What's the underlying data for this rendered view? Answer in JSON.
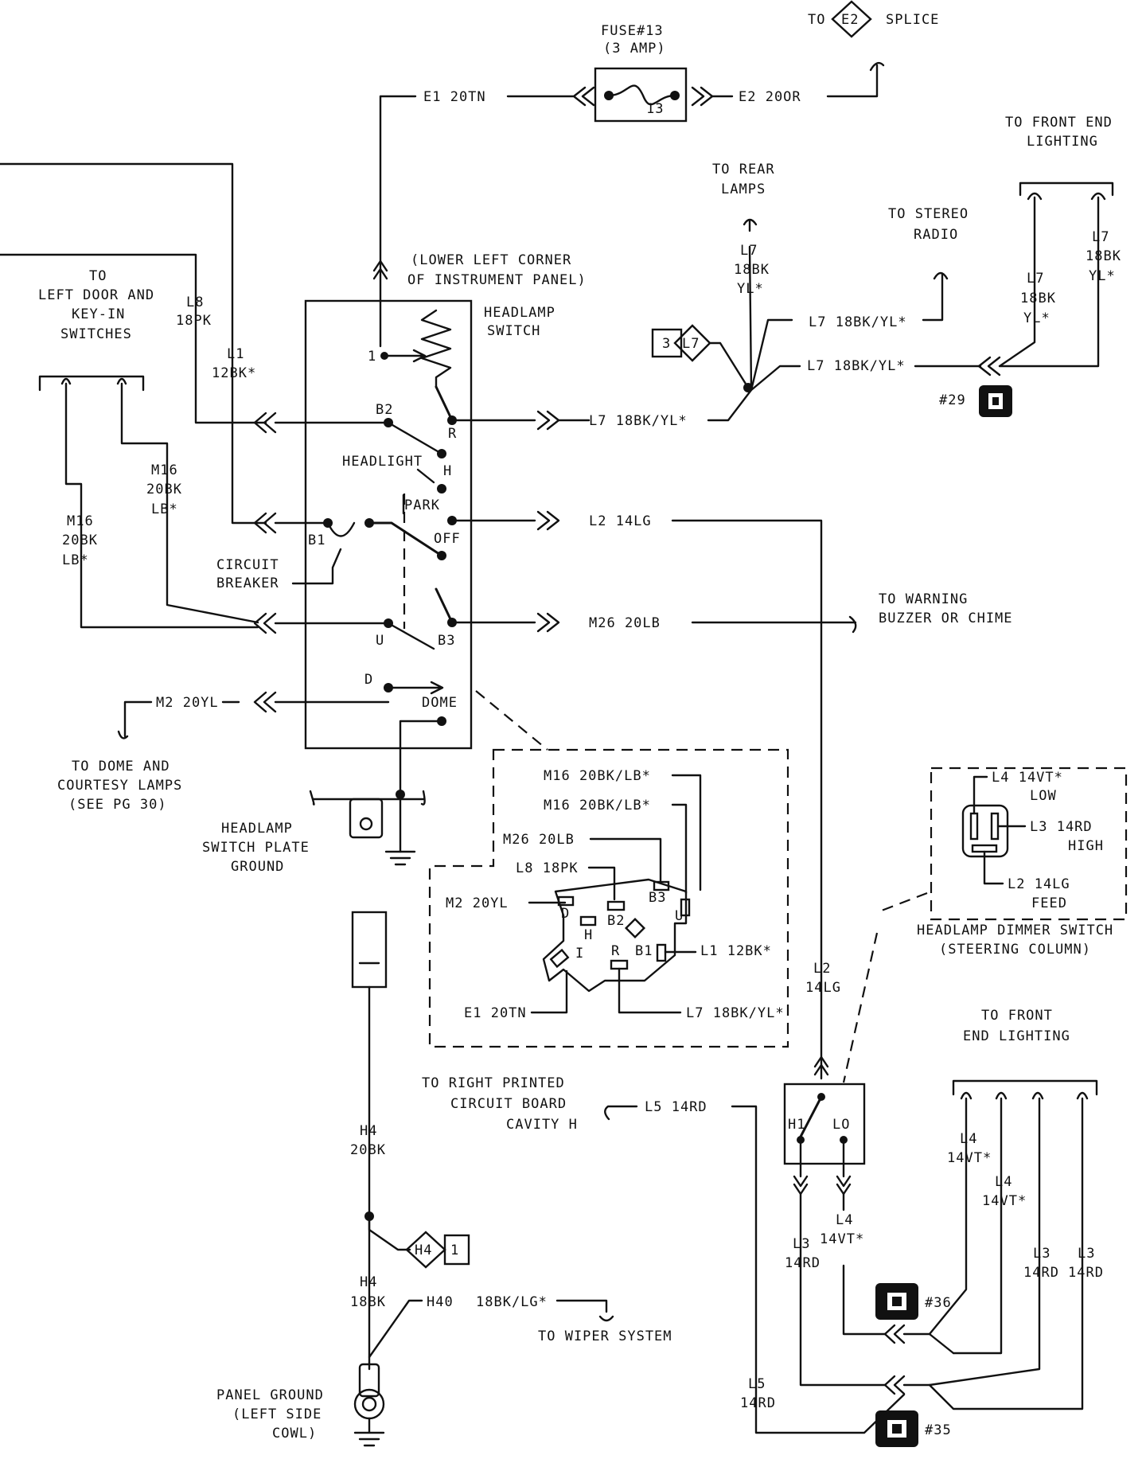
{
  "fuse": {
    "title": "FUSE#13",
    "rating": "(3 AMP)",
    "number": "13"
  },
  "wires_top": {
    "e1": "E1 20TN",
    "e2": "E2 20OR"
  },
  "splice": {
    "to": "TO",
    "id": "E2",
    "label": "SPLICE"
  },
  "left_door": {
    "l1": "TO",
    "l2": "LEFT DOOR AND",
    "l3": "KEY-IN",
    "l4": "SWITCHES"
  },
  "wire_l8": {
    "l1": "L8",
    "l2": "18PK"
  },
  "wire_l1": {
    "l1": "L1",
    "l2": "12BK*"
  },
  "lower_left_corner": {
    "l1": "(LOWER LEFT CORNER",
    "l2": "OF INSTRUMENT PANEL)"
  },
  "headlamp_switch": {
    "l1": "HEADLAMP",
    "l2": "SWITCH"
  },
  "rear_lamps": {
    "l1": "TO REAR",
    "l2": "LAMPS"
  },
  "stereo": {
    "l1": "TO STEREO",
    "l2": "RADIO"
  },
  "front_end_top": {
    "l1": "TO FRONT END",
    "l2": "LIGHTING"
  },
  "l7_vertical": {
    "l1": "L7",
    "l2": "18BK",
    "l3": "YL*"
  },
  "l7_wire": "L7 18BK/YL*",
  "splice_l7": {
    "num": "3",
    "id": "L7"
  },
  "connector_29": "#29",
  "switch_terms": {
    "t1": "1",
    "b2": "B2",
    "r": "R",
    "headlight": "HEADLIGHT",
    "h": "H",
    "park": "PARK",
    "off": "OFF",
    "b1": "B1",
    "u": "U",
    "b3": "B3",
    "d": "D",
    "dome": "DOME"
  },
  "wire_l2": "L2 14LG",
  "wire_m26": "M26 20LB",
  "warning": {
    "l1": "TO WARNING",
    "l2": "BUZZER OR CHIME"
  },
  "m16_left": {
    "l1": "M16",
    "l2": "20BK",
    "l3": "LB*"
  },
  "m16_mid": {
    "l1": "M16",
    "l2": "20BK",
    "l3": "LB*"
  },
  "circuit_breaker": {
    "l1": "CIRCUIT",
    "l2": "BREAKER"
  },
  "wire_m2": "M2 20YL",
  "dome_lamps": {
    "l1": "TO DOME AND",
    "l2": "COURTESY LAMPS",
    "l3": "(SEE PG 30)"
  },
  "plate_ground": {
    "l1": "HEADLAMP",
    "l2": "SWITCH PLATE",
    "l3": "GROUND"
  },
  "connector_view": {
    "m16a": "M16 20BK/LB*",
    "m16b": "M16 20BK/LB*",
    "m26": "M26 20LB",
    "l8": "L8 18PK",
    "m2": "M2 20YL",
    "d": "D",
    "b2": "B2",
    "b3": "B3",
    "h": "H",
    "i": "I",
    "r": "R",
    "b1": "B1",
    "u": "U",
    "l1": "L1 12BK*",
    "e1": "E1 20TN",
    "l7": "L7 18BK/YL*"
  },
  "dimmer_detail": {
    "l4": "L4 14VT*",
    "low": "LOW",
    "l3": "L3 14RD",
    "high": "HIGH",
    "l2": "L2 14LG",
    "feed": "FEED"
  },
  "dimmer_switch": {
    "l1": "HEADLAMP DIMMER SWITCH",
    "l2": "(STEERING COLUMN)"
  },
  "l2_vertical": {
    "l1": "L2",
    "l2": "14LG"
  },
  "front_end_bottom": {
    "l1": "TO FRONT",
    "l2": "END LIGHTING"
  },
  "right_pcb": {
    "l1": "TO RIGHT PRINTED",
    "l2": "CIRCUIT BOARD",
    "l3": "CAVITY H"
  },
  "wire_l5": "L5 14RD",
  "dimmer_terms": {
    "hi": "H1",
    "lo": "LO"
  },
  "h4_upper": {
    "l1": "H4",
    "l2": "20BK"
  },
  "h4_lower": {
    "l1": "H4",
    "l2": "18BK"
  },
  "splice_h4": {
    "id": "H4",
    "num": "1"
  },
  "wire_h40": {
    "a": "H40",
    "b": "18BK/LG*"
  },
  "wiper": "TO WIPER SYSTEM",
  "panel_ground": {
    "l1": "PANEL GROUND",
    "l2": "(LEFT SIDE",
    "l3": "COWL)"
  },
  "l3_a": {
    "l1": "L3",
    "l2": "14RD"
  },
  "l4_a": {
    "l1": "L4",
    "l2": "14VT*"
  },
  "l4_b": {
    "l1": "L4",
    "l2": "14VT*"
  },
  "l4_c": {
    "l1": "L4",
    "l2": "14VT*"
  },
  "l3_b": {
    "l1": "L3",
    "l2": "14RD"
  },
  "l3_c": {
    "l1": "L3",
    "l2": "14RD"
  },
  "connector_36": "#36",
  "connector_35": "#35",
  "l5_vertical": {
    "l1": "L5",
    "l2": "14RD"
  }
}
